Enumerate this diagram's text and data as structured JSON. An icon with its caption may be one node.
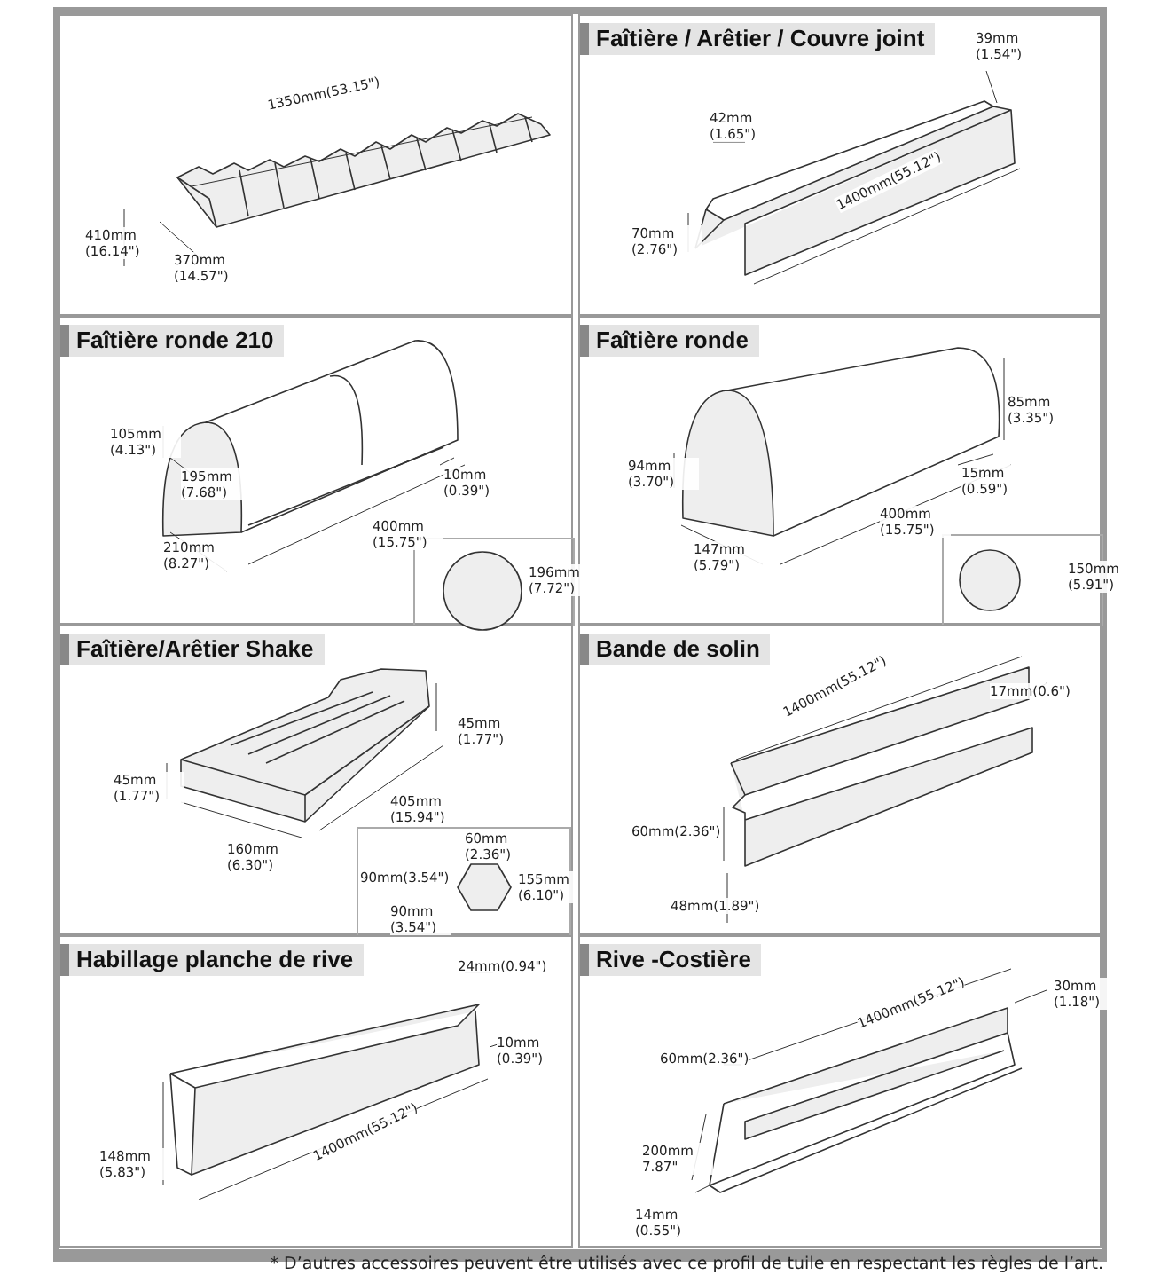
{
  "diagram": {
    "caption": "* D’autres accessoires peuvent être utilisés avec ce profil de tuile en respectant les règles de l’art.",
    "nodes": [
      {
        "text": [],
        "shape": "box"
      },
      {
        "text": [
          "Faîtière / Arêtier / Couvre joint"
        ]
      },
      {
        "text": [
          "Faîtière ronde 210"
        ]
      },
      {
        "text": [
          "196mm (7.72\")"
        ],
        "in": 2
      },
      {
        "text": [
          "Faîtière ronde"
        ]
      },
      {
        "text": [
          "150mm (5.91\")"
        ],
        "in": 4
      },
      {
        "text": [
          "Faîtière/Arêtier Shake"
        ]
      },
      {
        "text": [
          "60mm (2.36\")",
          "90mm(3.54\")",
          "155mm (6.10\")",
          "90mm (3.54\")"
        ],
        "in": 6
      },
      {
        "text": [
          "Bande de solin"
        ]
      },
      {
        "text": [
          "Habillage planche de rive"
        ]
      },
      {
        "text": [
          "Rive -Costière"
        ]
      }
    ],
    "edges": [],
    "labels": [
      "1350mm(53.15\")",
      "410mm (16.14\")",
      "370mm (14.57\")",
      "39mm (1.54\")",
      "42mm (1.65\")",
      "70mm (2.76\")",
      "1400mm(55.12\")",
      "105mm (4.13\")",
      "195mm (7.68\")",
      "210mm (8.27\")",
      "400mm (15.75\")",
      "10mm (0.39\")",
      "85mm (3.35\")",
      "94mm (3.70\")",
      "15mm (0.59\")",
      "400mm (15.75\")",
      "147mm (5.79\")",
      "45mm (1.77\")",
      "45mm (1.77\")",
      "405mm (15.94\")",
      "160mm (6.30\")",
      "1400mm(55.12\")",
      "17mm(0.6\")",
      "60mm(2.36\")",
      "48mm(1.89\")",
      "24mm(0.94\")",
      "10mm (0.39\")",
      "148mm (5.83\")",
      "1400mm(55.12\")",
      "30mm (1.18\")",
      "1400mm(55.12\")",
      "60mm(2.36\")",
      "200mm 7.87\"",
      "14mm (0.55\")"
    ]
  }
}
